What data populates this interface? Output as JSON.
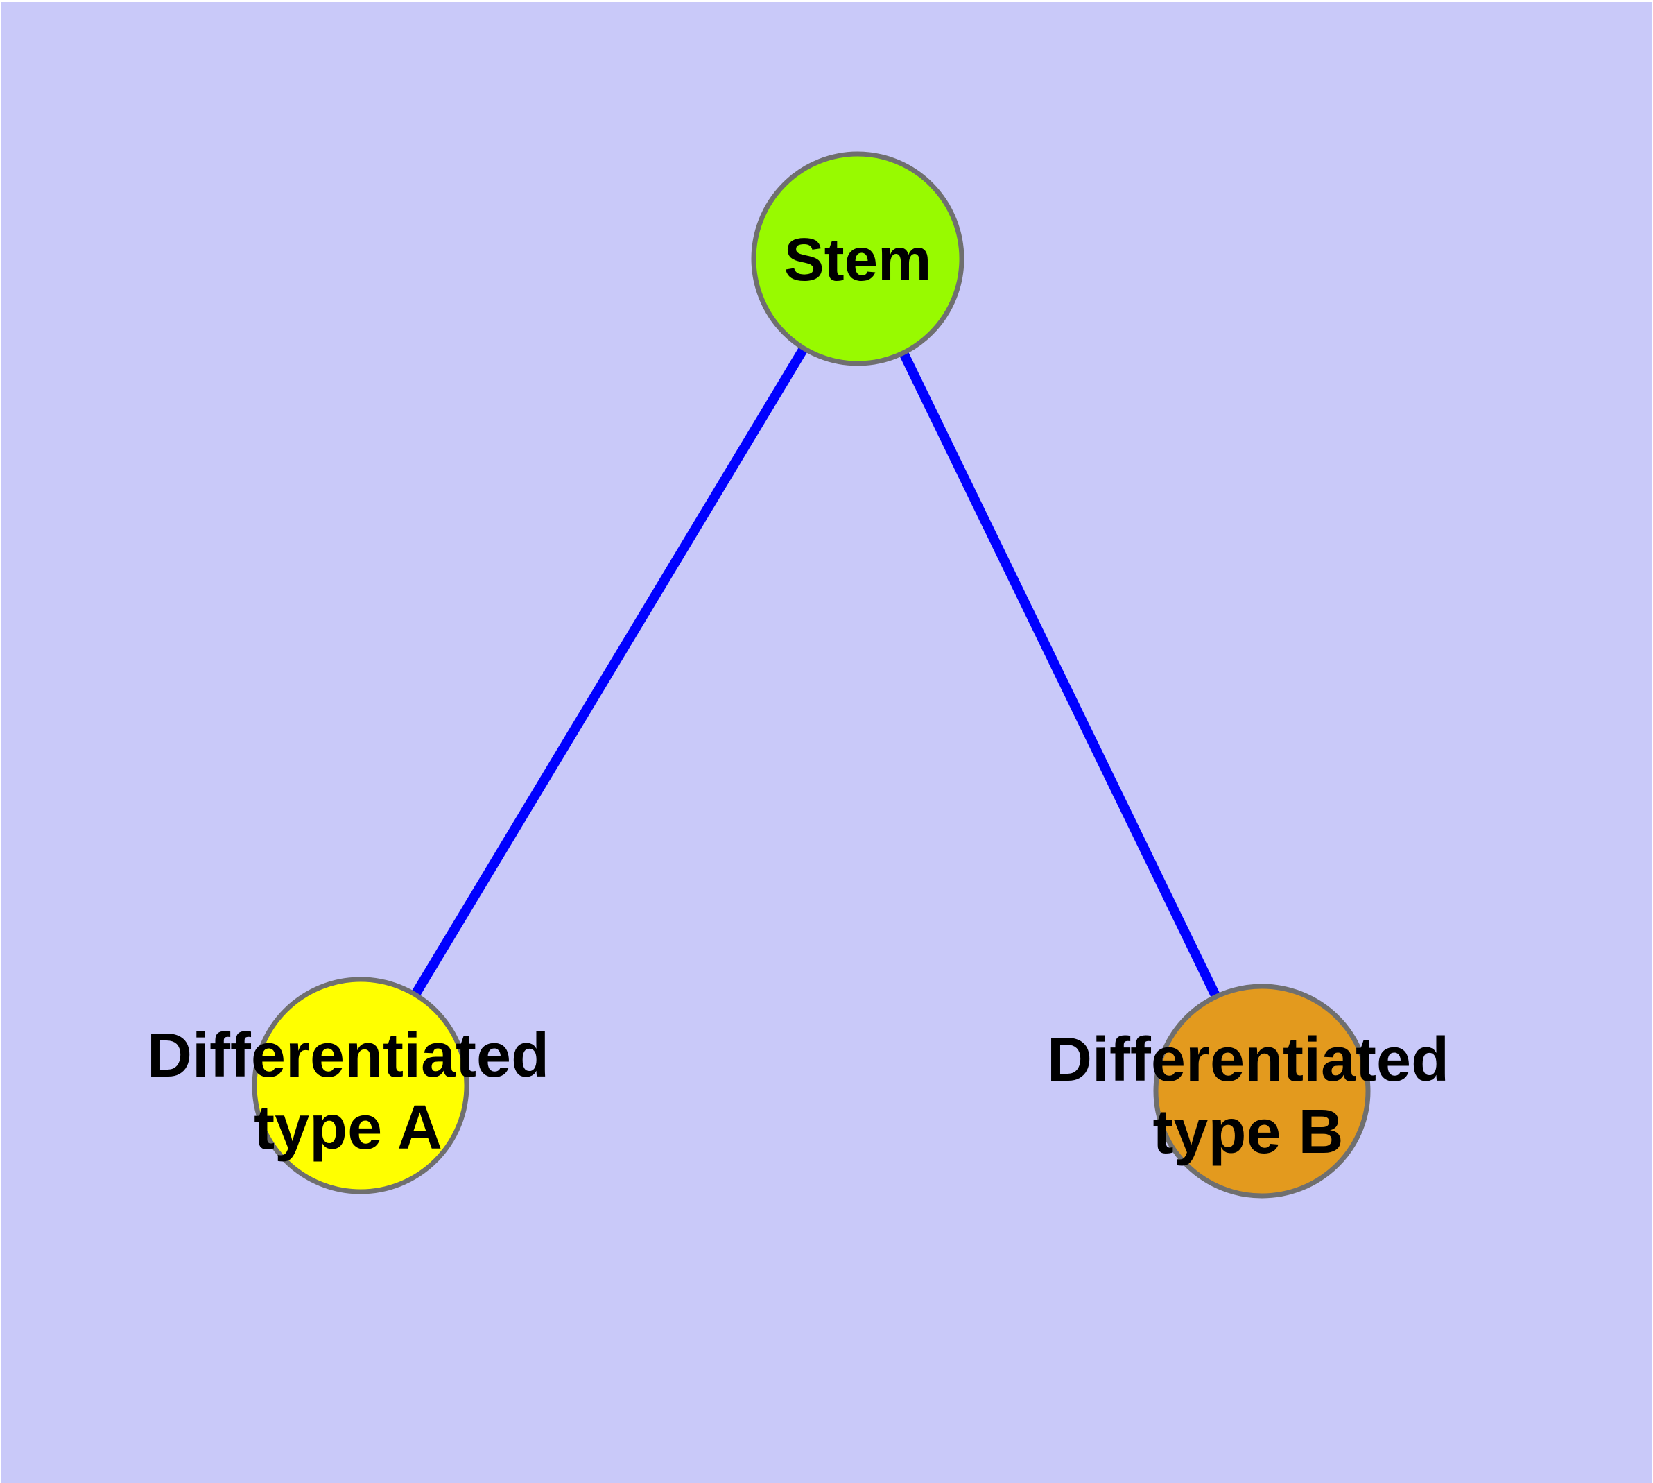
{
  "diagram": {
    "type": "graph",
    "background_color": "#c9c9f9",
    "page_margin_color": "#ffffff",
    "edge_color": "#0000ff",
    "node_border_color": "#6f6f6f",
    "label_text_color": "#000000",
    "nodes": [
      {
        "id": "stem",
        "label": "Stem",
        "fill": "#98fa00"
      },
      {
        "id": "differentiated-type-a",
        "label_line1": "Differentiated",
        "label_line2": "type A",
        "fill": "#ffff00"
      },
      {
        "id": "differentiated-type-b",
        "label_line1": "Differentiated",
        "label_line2": "type B",
        "fill": "#e39a1e"
      }
    ],
    "edges": [
      {
        "from": "stem",
        "to": "differentiated-type-a"
      },
      {
        "from": "stem",
        "to": "differentiated-type-b"
      }
    ]
  }
}
